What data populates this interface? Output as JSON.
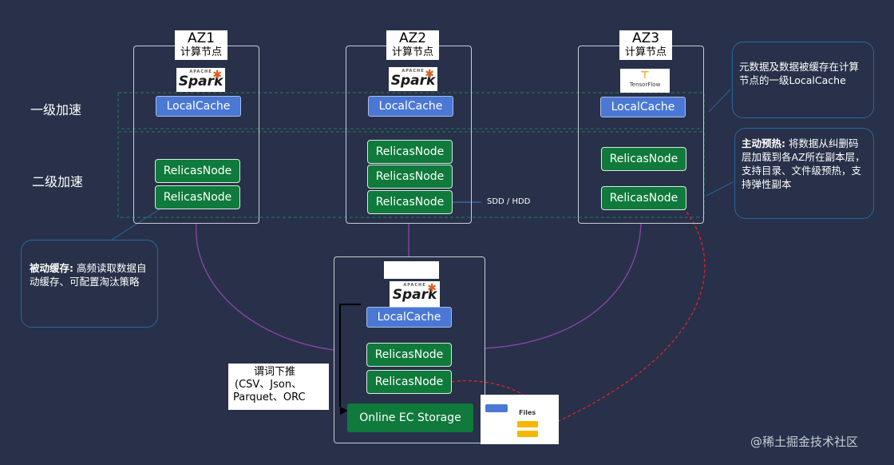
{
  "az_nodes": [
    {
      "name": "AZ1",
      "subtitle": "计算节点",
      "engine_logo": "spark-logo",
      "engine_text": "Spark",
      "engine_tag": "APACHE"
    },
    {
      "name": "AZ2",
      "subtitle": "计算节点",
      "engine_logo": "spark-logo",
      "engine_text": "Spark",
      "engine_tag": "APACHE"
    },
    {
      "name": "AZ3",
      "subtitle": "计算节点",
      "engine_logo": "tensorflow-logo",
      "engine_text": "TensorFlow"
    }
  ],
  "central": {
    "engine_text": "Spark",
    "engine_tag": "APACHE"
  },
  "local_cache_label": "LocalCache",
  "relicas_label": "RelicasNode",
  "storage_label": "Online EC Storage",
  "levels": {
    "first": "一级加速",
    "second": "二级加速"
  },
  "disk_label": "SDD / HDD",
  "callouts": {
    "metadata": "元数据及数据被缓存在计算节点的一级LocalCache",
    "active_title": "主动预热:",
    "active_body": " 将数据从纠删码层加载到各AZ所在副本层，支持目录、文件级预热，支持弹性副本",
    "passive_title": "被动缓存:",
    "passive_body": " 高频读取数据自动缓存、可配置淘汰策略"
  },
  "pushdown": {
    "line1": "谓词下推",
    "line2": "(CSV、Json、",
    "line3": "Parquet、ORC"
  },
  "files_label": "Files",
  "watermark": "@稀土掘金技术社区",
  "colors": {
    "background": "#283149",
    "local_cache": "#4a78d4",
    "relicas": "#0f7a3b",
    "purple_link": "#8e44ad",
    "red_dash": "#e0242a",
    "callout_border": "#2d66a0",
    "accel_zone_border": "#1f7a5a"
  }
}
